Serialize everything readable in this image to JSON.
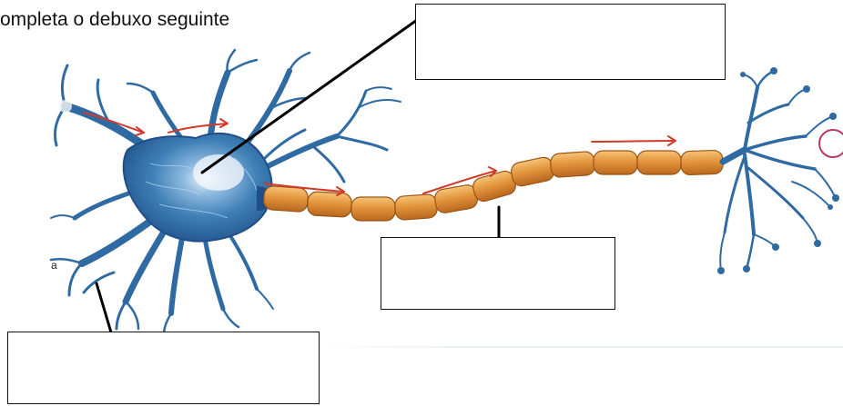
{
  "worksheet": {
    "instruction": "ompleta o debuxo seguinte",
    "stray_label": "a"
  },
  "answer_boxes": [
    {
      "id": "soma-label-box",
      "value": ""
    },
    {
      "id": "axon-label-box",
      "value": ""
    },
    {
      "id": "dendrite-label-box",
      "value": ""
    }
  ],
  "colors": {
    "neuron_blue": "#3e7fb6",
    "neuron_dark": "#1f4f86",
    "nucleus_glow": "#e4eef8",
    "myelin_orange": "#e3953c",
    "myelin_light": "#f6c47a",
    "arrow_red": "#d23a2a",
    "leader_line": "#000000",
    "synapse_circle": "#b43a62"
  }
}
